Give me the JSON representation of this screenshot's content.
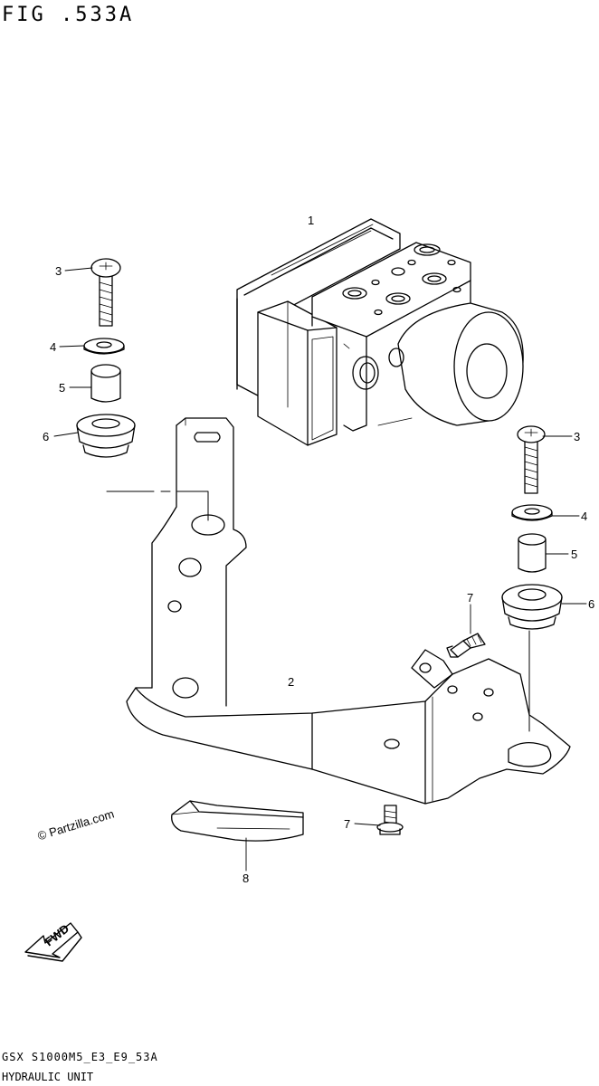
{
  "header": {
    "figure_title": "FIG .533A"
  },
  "footer": {
    "code": "GSX S1000M5_E3_E9_53A",
    "part_name": "HYDRAULIC UNIT"
  },
  "watermark": "© Partzilla.com",
  "fwd_label": "FWD",
  "callouts": {
    "hydraulic_unit": "1",
    "bracket": "2",
    "bolt_left": "3",
    "washer_left": "4",
    "spacer_left": "5",
    "cushion_left": "6",
    "bolt_right": "3",
    "washer_right": "4",
    "spacer_right": "5",
    "cushion_right": "6",
    "bolt_small_upper": "7",
    "bolt_small_lower": "7",
    "pad": "8"
  },
  "colors": {
    "ink": "#000000",
    "paper": "#ffffff"
  }
}
